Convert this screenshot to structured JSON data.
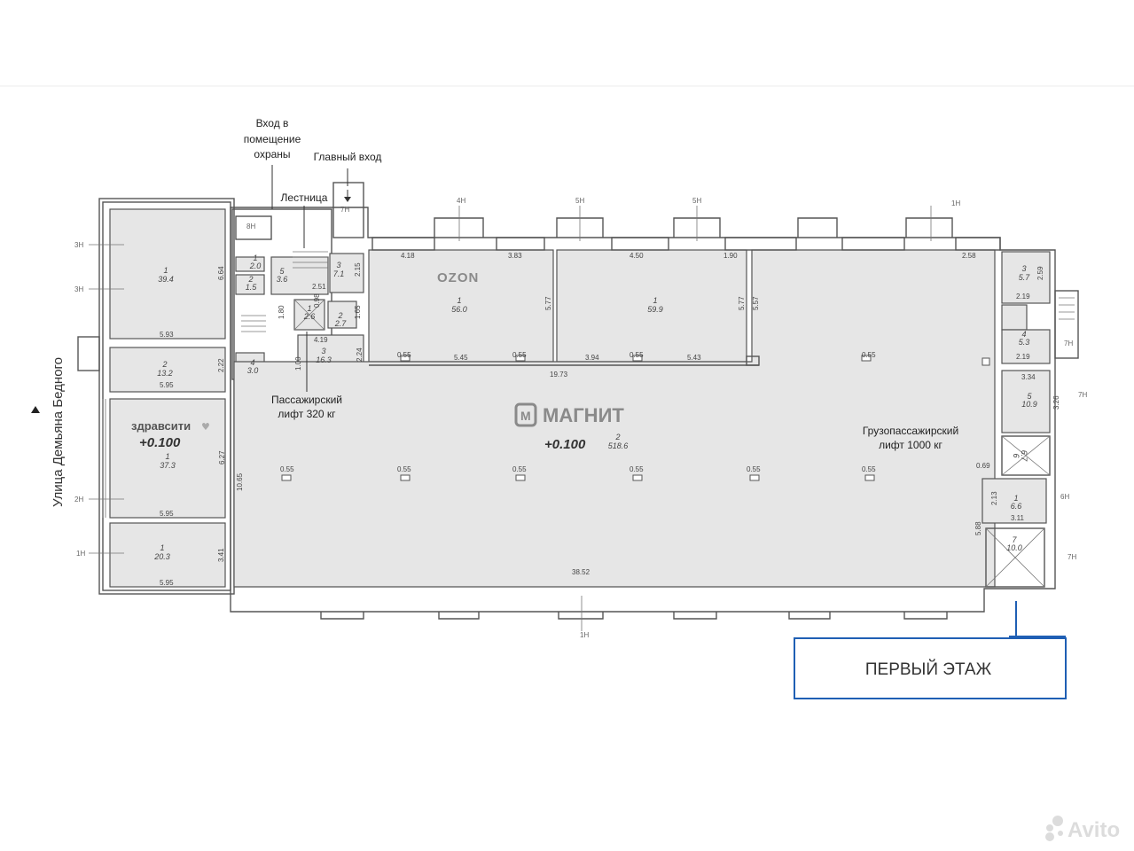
{
  "street": "Улица Демьяна Бедного",
  "annotations": {
    "security_entry": [
      "Вход в",
      "помещение",
      "охраны"
    ],
    "main_entry": "Главный вход",
    "stairs": "Лестница",
    "passenger_lift": [
      "Пассажирский",
      "лифт 320 кг"
    ],
    "freight_lift": [
      "Грузопассажирский",
      "лифт 1000 кг"
    ]
  },
  "brands": {
    "ozon": "OZON",
    "magnit": "МАГНИТ",
    "zdravcity": "здравсити"
  },
  "levels": {
    "magnit": "+0.100",
    "zdravcity": "+0.100"
  },
  "floor_title": "ПЕРВЫЙ ЭТАЖ",
  "watermark": "Avito",
  "colors": {
    "accent": "#1f5fb4",
    "room_fill": "#e6e6e6",
    "wall": "#555555"
  },
  "rooms": [
    {
      "id": "r1a",
      "num": "1",
      "area": "39.4"
    },
    {
      "id": "r2a",
      "num": "2",
      "area": "13.2"
    },
    {
      "id": "r1b",
      "num": "1",
      "area": "37.3"
    },
    {
      "id": "r1c",
      "num": "1",
      "area": "20.3"
    },
    {
      "id": "s1",
      "num": "1",
      "area": "2.0"
    },
    {
      "id": "s2",
      "num": "2",
      "area": "1.5"
    },
    {
      "id": "s5",
      "num": "5",
      "area": "3.6"
    },
    {
      "id": "s3",
      "num": "3",
      "area": "7.1"
    },
    {
      "id": "s1b",
      "num": "1",
      "area": "2.6"
    },
    {
      "id": "s2b",
      "num": "2",
      "area": "2.7"
    },
    {
      "id": "s3b",
      "num": "3",
      "area": "16.3"
    },
    {
      "id": "s4",
      "num": "4",
      "area": "3.0"
    },
    {
      "id": "ozon",
      "num": "1",
      "area": "56.0"
    },
    {
      "id": "mid",
      "num": "1",
      "area": "59.9"
    },
    {
      "id": "magnit",
      "num": "2",
      "area": "518.6"
    },
    {
      "id": "e3",
      "num": "3",
      "area": "5.7"
    },
    {
      "id": "e4",
      "num": "4",
      "area": "5.3"
    },
    {
      "id": "e5",
      "num": "5",
      "area": "10.9"
    },
    {
      "id": "e6",
      "num": "6",
      "area": "6.7"
    },
    {
      "id": "e1",
      "num": "1",
      "area": "6.6"
    },
    {
      "id": "e7",
      "num": "7",
      "area": "10.0"
    }
  ],
  "dimensions": [
    "6.64",
    "5.93",
    "2.22",
    "5.95",
    "6.27",
    "5.95",
    "3.41",
    "5.95",
    "10.65",
    "2.51",
    "0.98",
    "2.15",
    "1.80",
    "1.65",
    "4.19",
    "1.00",
    "2.24",
    "4.18",
    "3.83",
    "5.77",
    "0.55",
    "5.45",
    "0.55",
    "4.50",
    "1.90",
    "5.77",
    "5.57",
    "3.94",
    "0.55",
    "5.43",
    "19.73",
    "2.58",
    "0.55",
    "2.59",
    "2.19",
    "2.19",
    "3.34",
    "3.26",
    "0.69",
    "2.13",
    "3.11",
    "5.88",
    "38.52",
    "0.55",
    "0.55",
    "0.55",
    "0.55",
    "0.55",
    "0.55"
  ],
  "axis_marks": [
    "3Н",
    "3Н",
    "2Н",
    "1Н",
    "4Н",
    "5Н",
    "5Н",
    "1Н",
    "7Н",
    "8Н",
    "7Н",
    "7Н",
    "6Н",
    "7Н",
    "1Н"
  ]
}
